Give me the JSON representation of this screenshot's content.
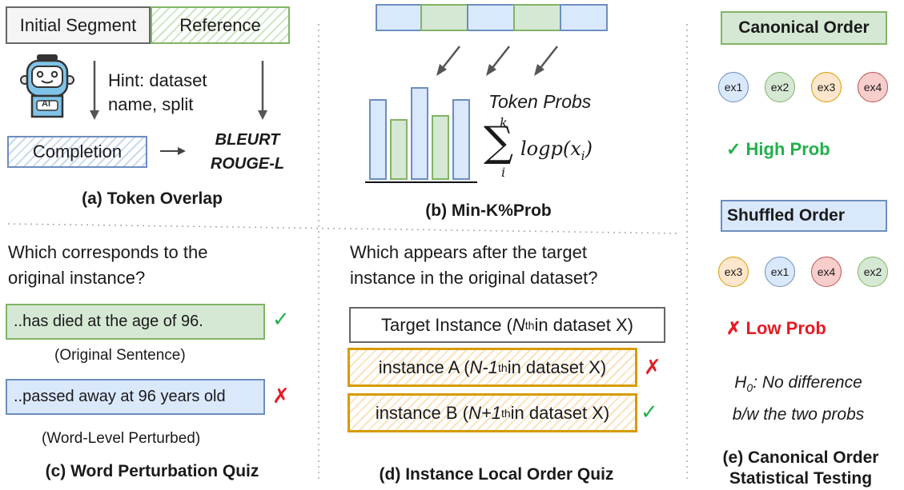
{
  "panel_a": {
    "initial_segment": "Initial Segment",
    "reference": "Reference",
    "hint": [
      "Hint: dataset",
      "name, split"
    ],
    "completion": "Completion",
    "metrics": [
      "BLEURT",
      "ROUGE-L"
    ],
    "robot_label": "AI",
    "caption": "(a) Token Overlap"
  },
  "panel_b": {
    "token_probs": "Token Probs",
    "sum_upper": "k",
    "sum_lower": "i",
    "formula": "logp(x",
    "formula_sub": "i",
    "caption": "(b) Min-K%Prob"
  },
  "panel_c": {
    "question": [
      "Which corresponds to the",
      "original instance?"
    ],
    "option1": "..has died at the age of 96.",
    "option1_label": "(Original Sentence)",
    "option2": "..passed away at 96 years old",
    "option2_label": "(Word-Level Perturbed)",
    "check": "✓",
    "cross": "✗",
    "caption": "(c) Word Perturbation Quiz"
  },
  "panel_d": {
    "question": [
      "Which appears after the target",
      "instance in the original dataset?"
    ],
    "target": {
      "pre": "Target Instance (",
      "var": "N",
      "sup": " th",
      "post": " in dataset X)"
    },
    "option_a": {
      "pre": "instance A (",
      "var": "N-1",
      "sup": "th",
      "post": " in dataset X)"
    },
    "option_b": {
      "pre": "instance B (",
      "var": "N+1",
      "sup": "th",
      "post": " in dataset X)"
    },
    "cross": "✗",
    "check": "✓",
    "caption": "(d) Instance Local Order Quiz"
  },
  "panel_e": {
    "canonical": "Canonical Order",
    "canonical_items": [
      "ex1",
      "ex2",
      "ex3",
      "ex4"
    ],
    "high_prob": "✓ High Prob",
    "shuffled": "Shuffled Order",
    "shuffled_items": [
      "ex3",
      "ex1",
      "ex4",
      "ex2"
    ],
    "low_prob": "✗ Low Prob",
    "h0_var": "H",
    "h0_sub": "0",
    "h0_line1": ": No difference",
    "h0_line2": "b/w the two probs",
    "caption": [
      "(e) Canonical Order",
      "Statistical Testing"
    ]
  },
  "colors": {
    "green_border": "#82b366",
    "green_fill": "#d5e8d4",
    "blue_border": "#6c8ebf",
    "blue_fill": "#dae8fc",
    "yellow_border": "#d79b00",
    "red_border": "#b85450",
    "check": "#22b14c",
    "cross": "#e51c23"
  }
}
